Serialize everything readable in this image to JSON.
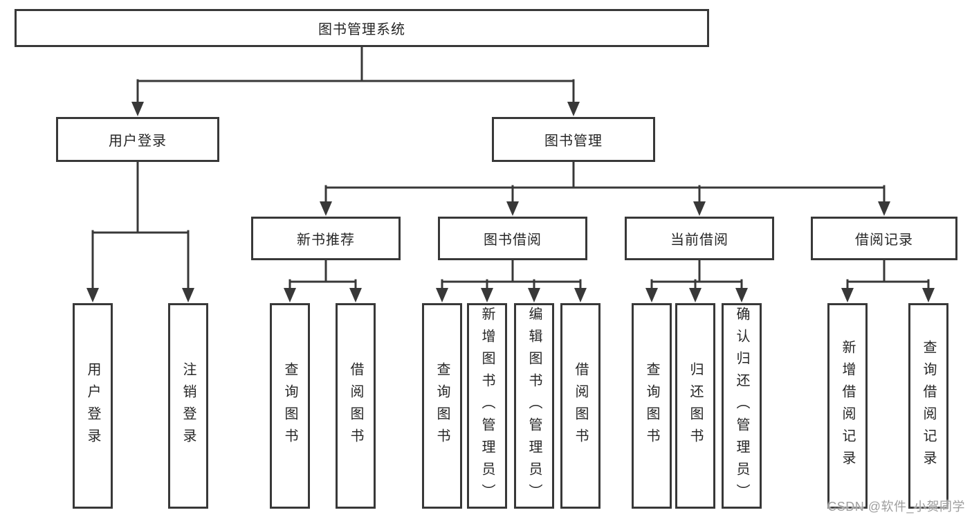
{
  "diagram_title": "图书管理系统",
  "colors": {
    "line": "#383838",
    "text": "#262626",
    "background": "#ffffff",
    "watermark": "#9e9e9e"
  },
  "watermark": {
    "text": "CSDN @软件_小贺同学"
  },
  "nodes": {
    "root": {
      "label": "图书管理系统"
    },
    "level2": [
      {
        "label": "用户登录"
      },
      {
        "label": "图书管理"
      }
    ],
    "level3": [
      {
        "label": "新书推荐",
        "parent": "图书管理"
      },
      {
        "label": "图书借阅",
        "parent": "图书管理"
      },
      {
        "label": "当前借阅",
        "parent": "图书管理"
      },
      {
        "label": "借阅记录",
        "parent": "图书管理"
      }
    ],
    "leaves": [
      {
        "label": "用户登录",
        "parent": "用户登录"
      },
      {
        "label": "注销登录",
        "parent": "用户登录"
      },
      {
        "label": "查询图书",
        "parent": "新书推荐"
      },
      {
        "label": "借阅图书",
        "parent": "新书推荐"
      },
      {
        "label": "查询图书",
        "parent": "图书借阅"
      },
      {
        "label": "新增图书（管理员）",
        "parent": "图书借阅"
      },
      {
        "label": "编辑图书（管理员）",
        "parent": "图书借阅"
      },
      {
        "label": "借阅图书",
        "parent": "图书借阅"
      },
      {
        "label": "查询图书",
        "parent": "当前借阅"
      },
      {
        "label": "归还图书",
        "parent": "当前借阅"
      },
      {
        "label": "确认归还（管理员）",
        "parent": "当前借阅"
      },
      {
        "label": "新增借阅记录",
        "parent": "借阅记录"
      },
      {
        "label": "查询借阅记录",
        "parent": "借阅记录"
      }
    ]
  }
}
